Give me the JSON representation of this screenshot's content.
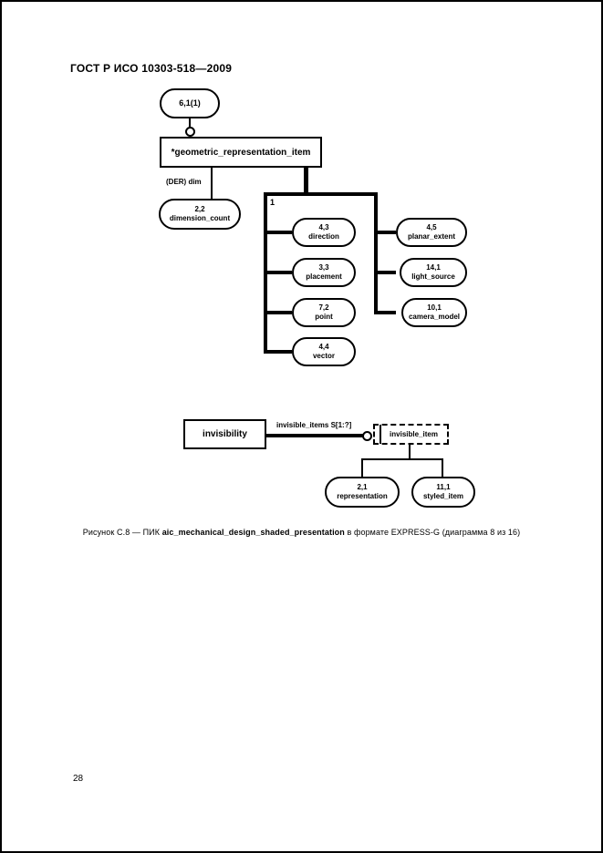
{
  "page": {
    "header": "ГОСТ Р ИСО 10303-518—2009",
    "page_number": "28"
  },
  "caption": {
    "prefix": "Рисунок С.8 — ПИК ",
    "bold": "aic_mechanical_design_shaded_presentation",
    "suffix": " в формате EXPRESS-G (диаграмма 8 из 16)"
  },
  "diagram": {
    "page_ref_oval": "6,1(1)",
    "main_entity": "*geometric_representation_item",
    "der_label": "(DER) dim",
    "dimension_oval": {
      "ref": "2,2",
      "name": "dimension_count"
    },
    "group_label": "1",
    "subtype_left": [
      {
        "ref": "4,3",
        "name": "direction"
      },
      {
        "ref": "3,3",
        "name": "placement"
      },
      {
        "ref": "7,2",
        "name": "point"
      },
      {
        "ref": "4,4",
        "name": "vector"
      }
    ],
    "subtype_right": [
      {
        "ref": "4,5",
        "name": "planar_extent"
      },
      {
        "ref": "14,1",
        "name": "light_source"
      },
      {
        "ref": "10,1",
        "name": "camera_model"
      }
    ],
    "invisibility_entity": "invisibility",
    "relation_label": "invisible_items S[1:?]",
    "select_type": "invisible_item",
    "select_children": [
      {
        "ref": "2,1",
        "name": "representation"
      },
      {
        "ref": "11,1",
        "name": "styled_item"
      }
    ]
  },
  "colors": {
    "ink": "#000000",
    "paper": "#ffffff"
  }
}
